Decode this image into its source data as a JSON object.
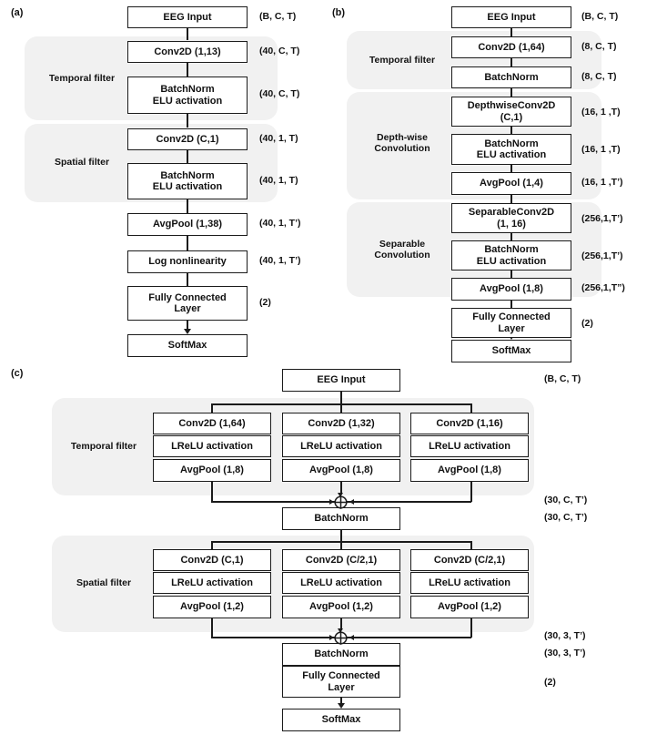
{
  "figure": {
    "panel_a_letter": "(a)",
    "panel_b_letter": "(b)",
    "panel_c_letter": "(c)"
  },
  "panel_a": {
    "group_labels": {
      "temporal": "Temporal filter",
      "spatial": "Spatial filter"
    },
    "blocks": [
      {
        "label": "EEG Input",
        "shape": "(B, C, T)"
      },
      {
        "label": "Conv2D (1,13)",
        "shape": "(40, C, T)"
      },
      {
        "label": "BatchNorm\nELU activation",
        "shape": "(40, C, T)"
      },
      {
        "label": "Conv2D (C,1)",
        "shape": "(40, 1, T)"
      },
      {
        "label": "BatchNorm\nELU activation",
        "shape": "(40, 1, T)"
      },
      {
        "label": "AvgPool (1,38)",
        "shape": "(40, 1, T’)"
      },
      {
        "label": "Log nonlinearity",
        "shape": "(40, 1, T’)"
      },
      {
        "label": "Fully Connected\nLayer",
        "shape": "(2)"
      },
      {
        "label": "SoftMax",
        "shape": ""
      }
    ]
  },
  "panel_b": {
    "group_labels": {
      "temporal": "Temporal filter",
      "depthwise": "Depth-wise\nConvolution",
      "separable": "Separable\nConvolution"
    },
    "blocks": [
      {
        "label": "EEG Input",
        "shape": "(B, C, T)"
      },
      {
        "label": "Conv2D (1,64)",
        "shape": "(8, C, T)"
      },
      {
        "label": "BatchNorm",
        "shape": "(8, C, T)"
      },
      {
        "label": "DepthwiseConv2D\n(C,1)",
        "shape": "(16, 1 ,T)"
      },
      {
        "label": "BatchNorm\nELU activation",
        "shape": "(16, 1 ,T)"
      },
      {
        "label": "AvgPool (1,4)",
        "shape": "(16, 1 ,T’)"
      },
      {
        "label": "SeparableConv2D\n(1, 16)",
        "shape": "(256,1,T’)"
      },
      {
        "label": "BatchNorm\nELU activation",
        "shape": "(256,1,T’)"
      },
      {
        "label": "AvgPool (1,8)",
        "shape": "(256,1,T”)"
      },
      {
        "label": "Fully Connected\nLayer",
        "shape": "(2)"
      },
      {
        "label": "SoftMax",
        "shape": ""
      }
    ]
  },
  "panel_c": {
    "group_labels": {
      "temporal": "Temporal filter",
      "spatial": "Spatial filter"
    },
    "input": {
      "label": "EEG Input",
      "shape": "(B, C, T)"
    },
    "temporal_branches": [
      {
        "conv": "Conv2D (1,64)",
        "act": "LReLU activation",
        "pool": "AvgPool (1,8)"
      },
      {
        "conv": "Conv2D (1,32)",
        "act": "LReLU activation",
        "pool": "AvgPool (1,8)"
      },
      {
        "conv": "Conv2D (1,16)",
        "act": "LReLU activation",
        "pool": "AvgPool (1,8)"
      }
    ],
    "merge_1": {
      "symbol": "⊕",
      "shape": "(30, C, T’)"
    },
    "batchnorm_1": {
      "label": "BatchNorm",
      "shape": "(30, C, T’)"
    },
    "spatial_branches": [
      {
        "conv": "Conv2D (C,1)",
        "act": "LReLU activation",
        "pool": "AvgPool (1,2)"
      },
      {
        "conv": "Conv2D (C/2,1)",
        "act": "LReLU activation",
        "pool": "AvgPool (1,2)"
      },
      {
        "conv": "Conv2D (C/2,1)",
        "act": "LReLU activation",
        "pool": "AvgPool (1,2)"
      }
    ],
    "merge_2": {
      "symbol": "⊕",
      "shape": "(30, 3, T’)"
    },
    "batchnorm_2": {
      "label": "BatchNorm",
      "shape": "(30, 3, T’)"
    },
    "fc": {
      "label": "Fully Connected\nLayer",
      "shape": "(2)"
    },
    "softmax": {
      "label": "SoftMax",
      "shape": ""
    }
  },
  "colors": {
    "group_background": "#f1f1f1",
    "box_border": "#1b1b1b",
    "text": "#111111",
    "page_background": "#ffffff"
  }
}
